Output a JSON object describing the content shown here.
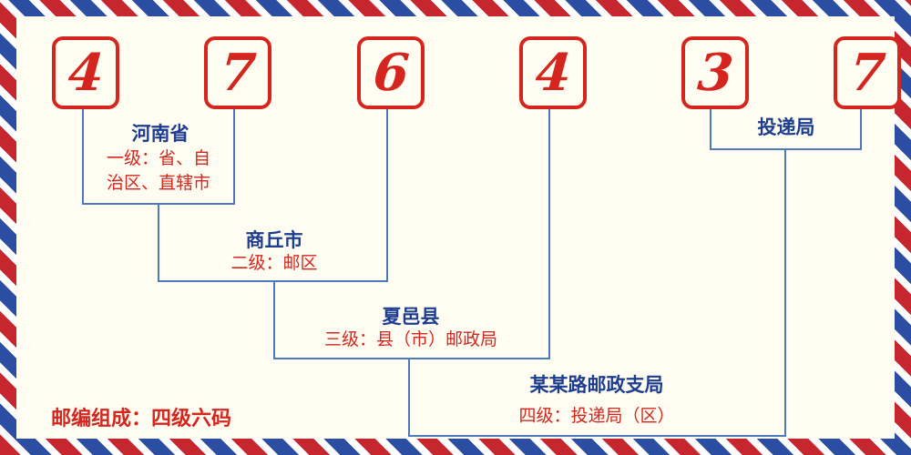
{
  "postal_code": {
    "digits": [
      "4",
      "7",
      "6",
      "4",
      "3",
      "7"
    ]
  },
  "levels": [
    {
      "name": "河南省",
      "desc": "一级：省、自治区、直辖市"
    },
    {
      "name": "商丘市",
      "desc": "二级：邮区"
    },
    {
      "name": "夏邑县",
      "desc": "三级：县（市）邮政局"
    },
    {
      "name": "某某路邮政支局",
      "desc": "四级：投递局（区）"
    },
    {
      "name": "投递局",
      "desc": ""
    }
  ],
  "footer": {
    "text": "邮编组成：四级六码"
  },
  "colors": {
    "red": "#d4261e",
    "blue": "#1d3d8f",
    "line": "#4d79bd",
    "background": "#fffdf2",
    "stripe_red": "#c6262e",
    "stripe_blue": "#2b4ea3"
  }
}
